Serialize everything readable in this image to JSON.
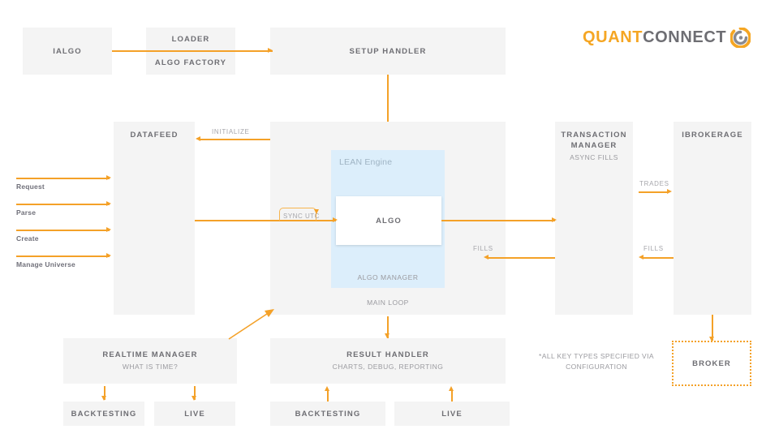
{
  "brand": {
    "word_primary": "QUANT",
    "word_secondary": "CONNECT",
    "logo_icon": "quantconnect-swirl-icon",
    "color_primary": "#f5a623",
    "color_secondary": "#6e6e73",
    "accent_arrow": "#f4a128",
    "box_fill": "#f4f4f4",
    "lean_fill": "#dceefb"
  },
  "nodes": {
    "ialgo": {
      "title": "IALGO"
    },
    "loader": {
      "title": "LOADER"
    },
    "algo_factory": {
      "title": "ALGO FACTORY"
    },
    "setup_handler": {
      "title": "SETUP HANDLER"
    },
    "datafeed": {
      "title": "DATAFEED"
    },
    "main_loop": {
      "title": "MAIN LOOP"
    },
    "lean_engine": {
      "title": "LEAN Engine"
    },
    "algo": {
      "title": "ALGO"
    },
    "algo_manager": {
      "title": "ALGO MANAGER"
    },
    "transaction_manager": {
      "title": "TRANSACTION MANAGER",
      "subtitle": "ASYNC FILLS"
    },
    "ibrokerage": {
      "title": "IBROKERAGE"
    },
    "broker": {
      "title": "BROKER"
    },
    "realtime_manager": {
      "title": "REALTIME MANAGER",
      "subtitle": "WHAT IS TIME?"
    },
    "result_handler": {
      "title": "RESULT HANDLER",
      "subtitle": "CHARTS, DEBUG, REPORTING"
    },
    "rt_backtesting": {
      "title": "BACKTESTING"
    },
    "rt_live": {
      "title": "LIVE"
    },
    "rh_backtesting": {
      "title": "BACKTESTING"
    },
    "rh_live": {
      "title": "LIVE"
    }
  },
  "edges": {
    "initialize": "INITIALIZE",
    "sync_utc": "SYNC UTC",
    "trades": "TRADES",
    "fills_brokerage": "FILLS",
    "fills_transaction": "FILLS"
  },
  "side_inputs": [
    {
      "label": "Request"
    },
    {
      "label": "Parse"
    },
    {
      "label": "Create"
    },
    {
      "label": "Manage Universe"
    }
  ],
  "footnote": "*ALL KEY TYPES SPECIFIED VIA\nCONFIGURATION"
}
